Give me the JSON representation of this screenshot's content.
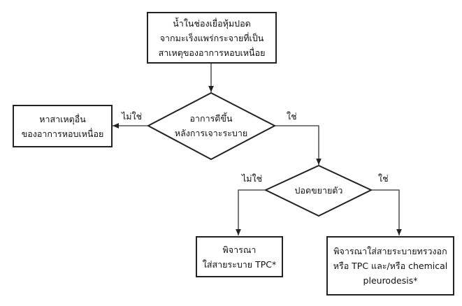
{
  "nodes": {
    "start": {
      "lines": [
        "น้ำในช่องเยื่อหุ้มปอด",
        "จากมะเร็งแพร่กระจายที่เป็น",
        "สาเหตุของอาการหอบเหนื่อย"
      ]
    },
    "decision1": {
      "lines": [
        "อาการดีขึ้น",
        "หลังการเจาะระบาย"
      ]
    },
    "other_cause": {
      "lines": [
        "หาสาเหตุอื่น",
        "ของอาการหอบเหนื่อย"
      ]
    },
    "decision2": {
      "lines": [
        "ปอดขยายตัว"
      ]
    },
    "tpc": {
      "lines": [
        "พิจารณา",
        "ใส่สายระบาย TPC*"
      ]
    },
    "chest_drain": {
      "lines": [
        "พิจารณาใส่สายระบายทรวงอก",
        "หรือ TPC และ/หรือ chemical",
        "pleurodesis*"
      ]
    }
  },
  "edges": {
    "d1_no": "ไม่ใช่",
    "d1_yes": "ใช่",
    "d2_no": "ไม่ใช่",
    "d2_yes": "ใช่"
  }
}
